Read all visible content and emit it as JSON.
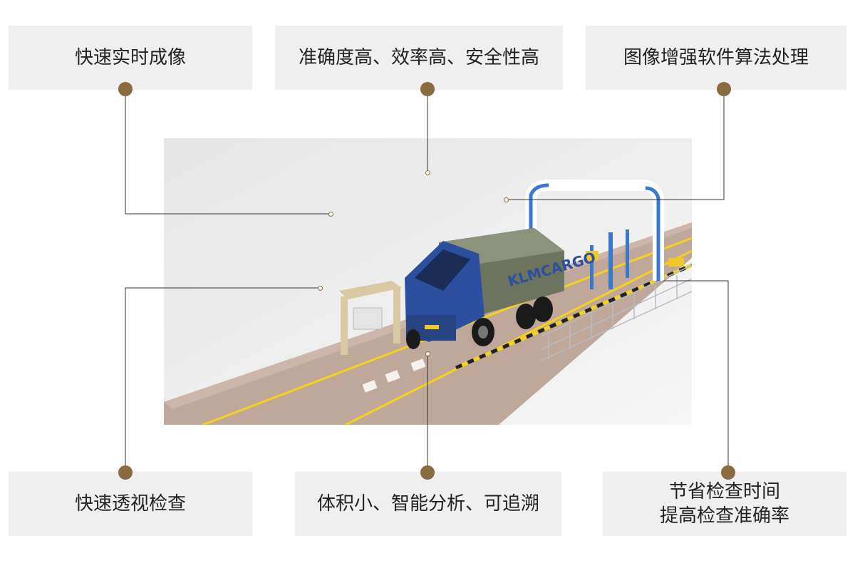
{
  "features": {
    "top_left": "快速实时成像",
    "top_center": "准确度高、效率高、安全性高",
    "top_right": "图像增强软件算法处理",
    "bottom_left": "快速透视检查",
    "bottom_center": "体积小、智能分析、可追溯",
    "bottom_right_line1": "节省检查时间",
    "bottom_right_line2": "提高检查准确率"
  },
  "scene": {
    "truck_logo": "KLMCARGO"
  },
  "colors": {
    "box_bg": "#efefef",
    "dot": "#8a6a3f",
    "line": "#333333",
    "road": "#bfa89a",
    "lane": "#f5d21a",
    "truck_cab": "#2d4fa0",
    "truck_cargo": "#7a826a"
  }
}
